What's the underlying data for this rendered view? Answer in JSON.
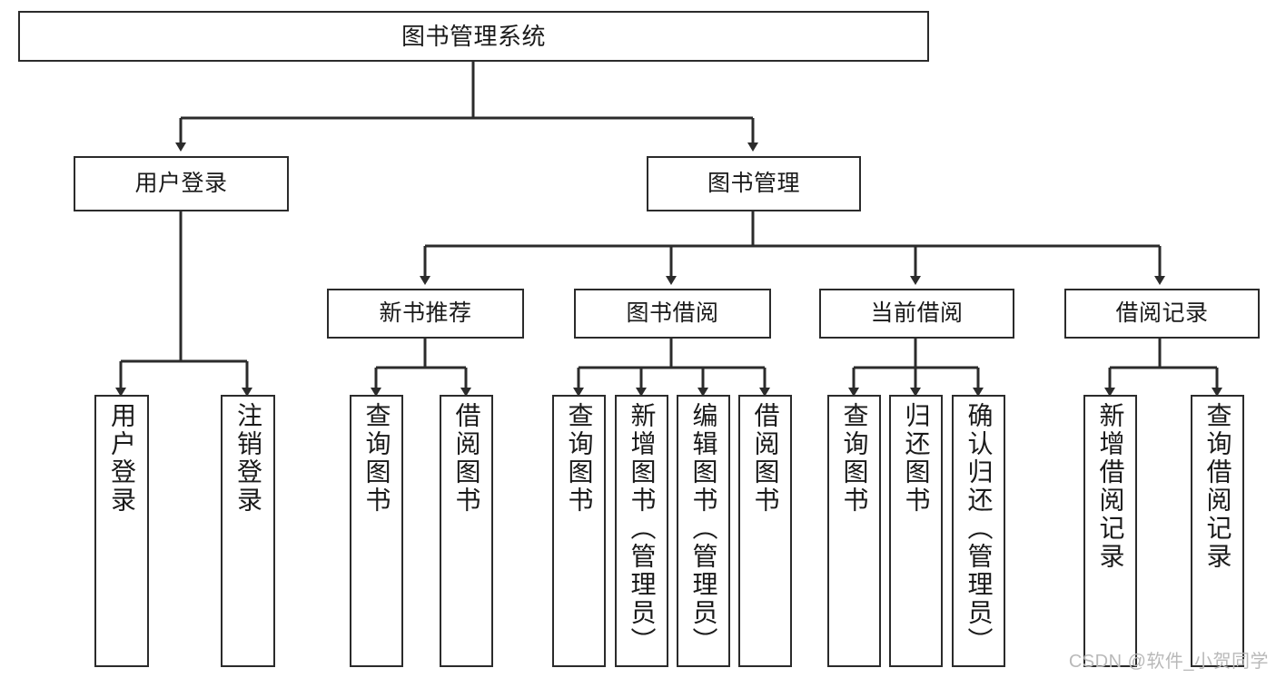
{
  "diagram": {
    "title_node": {
      "label": "图书管理系统"
    },
    "level2": [
      {
        "id": "user-login",
        "label": "用户登录"
      },
      {
        "id": "book-manage",
        "label": "图书管理"
      }
    ],
    "level3": [
      {
        "id": "new-book-rec",
        "label": "新书推荐"
      },
      {
        "id": "book-borrow",
        "label": "图书借阅"
      },
      {
        "id": "current-borrow",
        "label": "当前借阅"
      },
      {
        "id": "borrow-record",
        "label": "借阅记录"
      }
    ],
    "leaves": {
      "user_login": [
        {
          "id": "leaf-user-login",
          "label": "用户登录"
        },
        {
          "id": "leaf-logout",
          "label": "注销登录"
        }
      ],
      "new_book_rec": [
        {
          "id": "leaf-query-book-1",
          "label": "查询图书"
        },
        {
          "id": "leaf-borrow-book-1",
          "label": "借阅图书"
        }
      ],
      "book_borrow": [
        {
          "id": "leaf-query-book-2",
          "label": "查询图书"
        },
        {
          "id": "leaf-add-book",
          "label": "新增图书（管理员）"
        },
        {
          "id": "leaf-edit-book",
          "label": "编辑图书（管理员）"
        },
        {
          "id": "leaf-borrow-book-2",
          "label": "借阅图书"
        }
      ],
      "current_borrow": [
        {
          "id": "leaf-query-book-3",
          "label": "查询图书"
        },
        {
          "id": "leaf-return-book",
          "label": "归还图书"
        },
        {
          "id": "leaf-confirm-return",
          "label": "确认归还（管理员）"
        }
      ],
      "borrow_record": [
        {
          "id": "leaf-add-record",
          "label": "新增借阅记录"
        },
        {
          "id": "leaf-query-record",
          "label": "查询借阅记录"
        }
      ]
    }
  },
  "watermark": {
    "text": "CSDN @软件_小贺同学"
  },
  "colors": {
    "stroke": "#2b2b2b",
    "background": "#ffffff",
    "text": "#1a1a1a",
    "watermark": "#b9b9b9"
  }
}
